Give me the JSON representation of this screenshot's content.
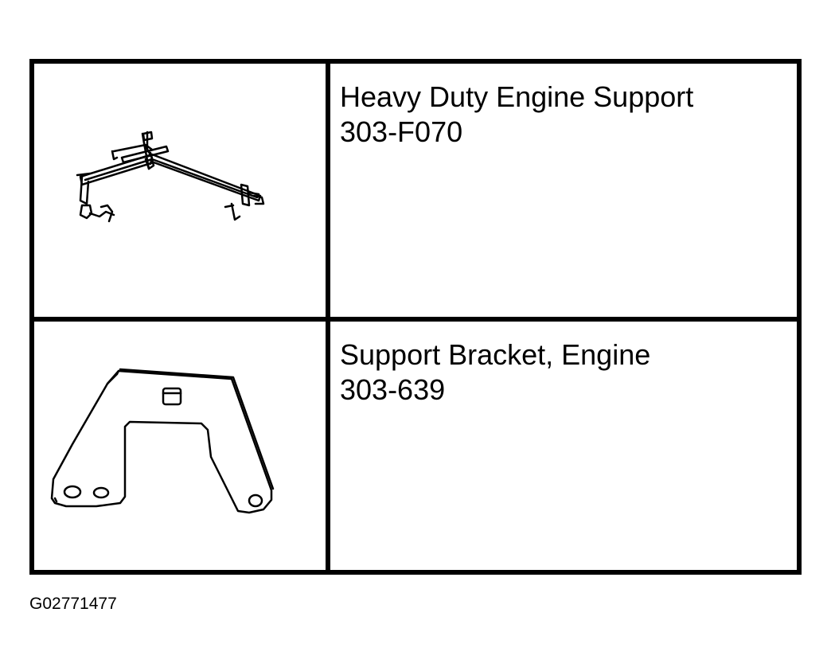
{
  "tools": [
    {
      "name": "Heavy Duty Engine Support",
      "number": "303-F070",
      "illustration": "engine-support-fixture-illustration"
    },
    {
      "name": "Support Bracket, Engine",
      "number": "303-639",
      "illustration": "support-bracket-illustration"
    }
  ],
  "figure_id": "G02771477",
  "colors": {
    "ink": "#000000",
    "paper": "#ffffff"
  }
}
